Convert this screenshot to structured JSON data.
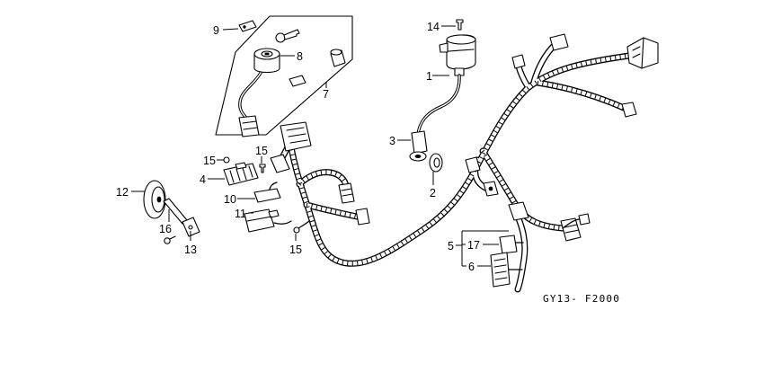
{
  "callouts": [
    "9",
    "8",
    "7",
    "14",
    "1",
    "3",
    "2",
    "15",
    "15",
    "4",
    "12",
    "10",
    "11",
    "16",
    "13",
    "15",
    "5",
    "17",
    "6"
  ],
  "diagram_code": "GY13- F2000"
}
